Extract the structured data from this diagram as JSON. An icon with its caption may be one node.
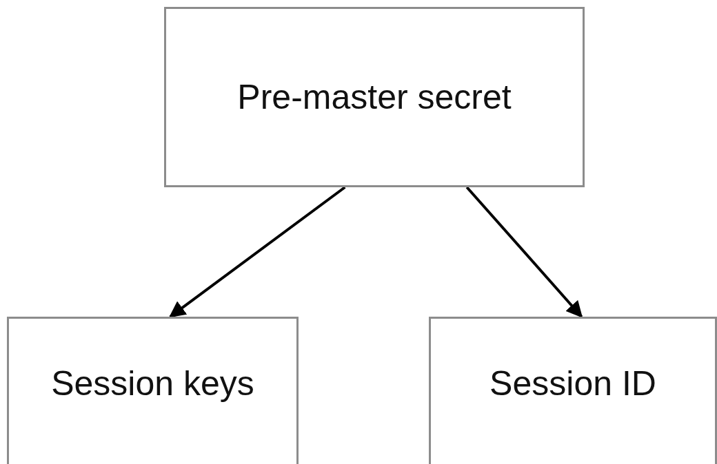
{
  "diagram": {
    "nodes": [
      {
        "text": [
          "Pre-master secret"
        ]
      },
      {
        "text": [
          "Session keys"
        ]
      },
      {
        "text": [
          "Session ID"
        ]
      }
    ],
    "edges": [
      {
        "from": 0,
        "to": 1,
        "arrow": "to"
      },
      {
        "from": 0,
        "to": 2,
        "arrow": "to"
      }
    ]
  }
}
